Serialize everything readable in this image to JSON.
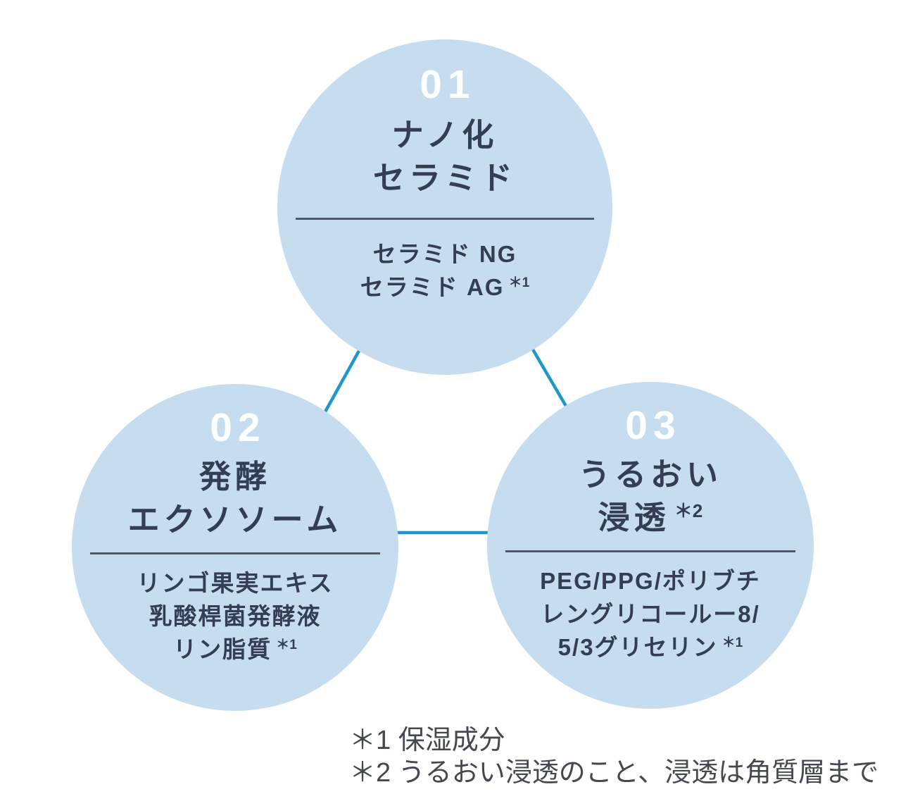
{
  "colors": {
    "circle_fill": "#c5ddee",
    "number_text": "#ffffff",
    "title_text": "#333f50",
    "divider": "#4e5866",
    "connector": "#1f97c9",
    "footnote_text": "#45484e"
  },
  "circles": [
    {
      "number": "01",
      "title": [
        {
          "text": "ナノ化",
          "sup": ""
        },
        {
          "text": "セラミド",
          "sup": ""
        }
      ],
      "ingredients": [
        {
          "text": "セラミド NG",
          "sup": ""
        },
        {
          "text": "セラミド AG",
          "sup": "＊1"
        }
      ]
    },
    {
      "number": "02",
      "title": [
        {
          "text": "発酵",
          "sup": ""
        },
        {
          "text": "エクソソーム",
          "sup": ""
        }
      ],
      "ingredients": [
        {
          "text": "リンゴ果実エキス",
          "sup": ""
        },
        {
          "text": "乳酸桿菌発酵液",
          "sup": ""
        },
        {
          "text": "リン脂質",
          "sup": "＊1"
        }
      ]
    },
    {
      "number": "03",
      "title": [
        {
          "text": "うるおい",
          "sup": ""
        },
        {
          "text": "浸透",
          "sup": "＊2"
        }
      ],
      "ingredients": [
        {
          "text": "PEG/PPG/ポリブチ",
          "sup": ""
        },
        {
          "text": "レングリコールー8/",
          "sup": ""
        },
        {
          "text": "5/3グリセリン",
          "sup": "＊1"
        }
      ]
    }
  ],
  "footnotes": [
    "＊1 保湿成分",
    "＊2 うるおい浸透のこと、浸透は角質層まで"
  ]
}
